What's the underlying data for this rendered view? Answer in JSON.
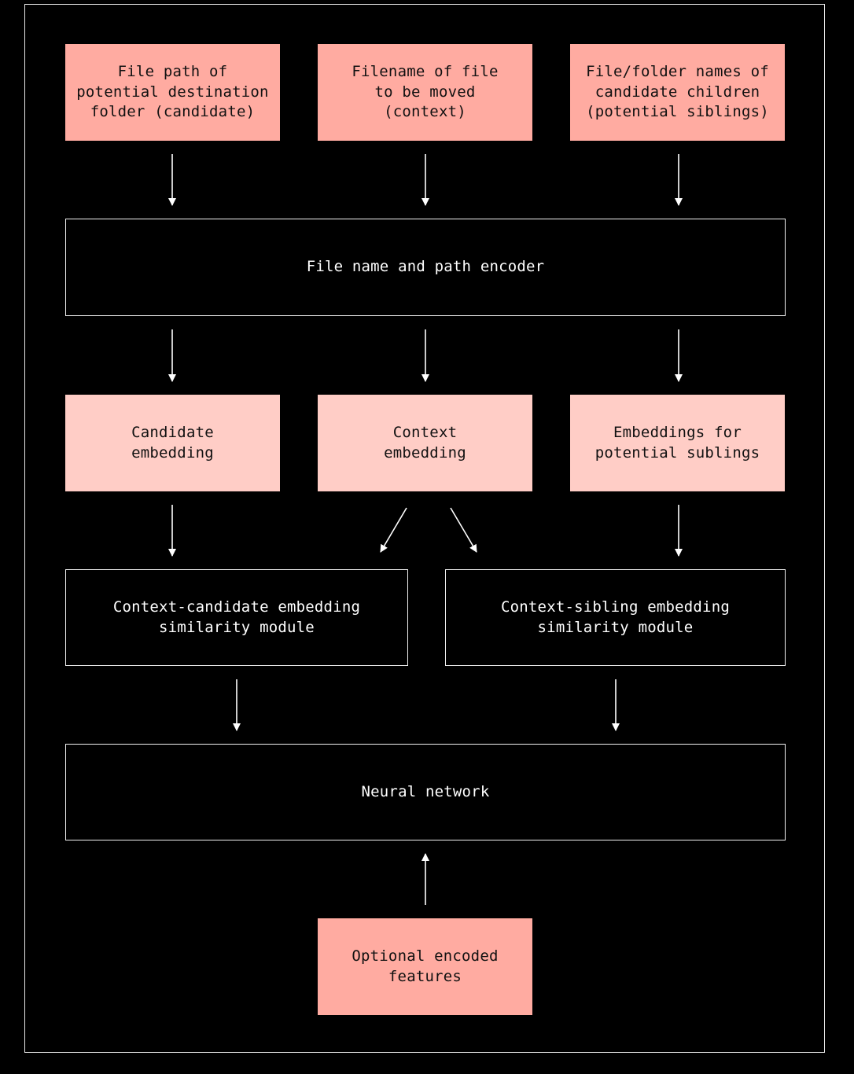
{
  "diagram": {
    "inputs": {
      "candidate_path": "File path of\npotential destination\nfolder (candidate)",
      "filename": "Filename of file\nto be moved\n(context)",
      "children_names": "File/folder names of\ncandidate children\n(potential siblings)"
    },
    "encoder": "File name and path encoder",
    "embeddings": {
      "candidate": "Candidate\nembedding",
      "context": "Context\nembedding",
      "siblings": "Embeddings for\npotential sublings"
    },
    "similarity": {
      "context_candidate": "Context-candidate embedding\nsimilarity module",
      "context_sibling": "Context-sibling embedding\nsimilarity module"
    },
    "network": "Neural network",
    "optional": "Optional encoded\nfeatures"
  },
  "colors": {
    "background": "#000000",
    "input_box": "#ffaba1",
    "embedding_box": "#ffcdc6",
    "outline": "#f2f2f2"
  }
}
